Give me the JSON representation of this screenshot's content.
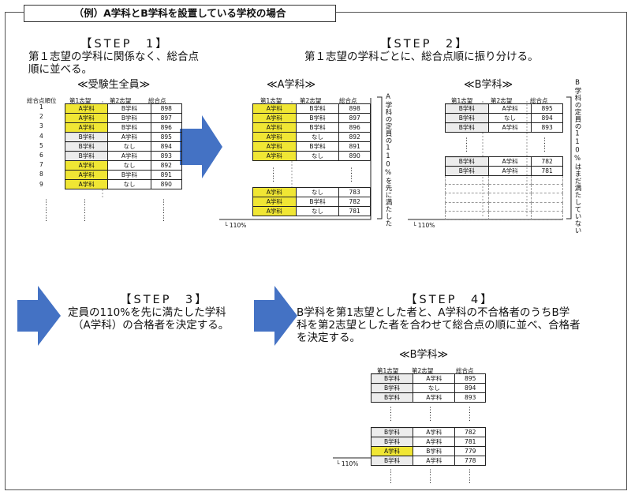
{
  "header": "（例）A学科とB学科を設置している学校の場合",
  "step1": {
    "title": "【STEP　1】",
    "desc1": "第１志望の学科に関係なく、総合点",
    "desc2": "順に並べる。",
    "group": "≪受験生全員≫",
    "cols": [
      "総合点順位",
      "第1志望",
      "第2志望",
      "総合点"
    ],
    "rows": [
      [
        "1",
        "A学科",
        "B学科",
        "898"
      ],
      [
        "2",
        "A学科",
        "B学科",
        "897"
      ],
      [
        "3",
        "A学科",
        "B学科",
        "896"
      ],
      [
        "4",
        "B学科",
        "A学科",
        "895"
      ],
      [
        "5",
        "B学科",
        "なし",
        "894"
      ],
      [
        "6",
        "B学科",
        "A学科",
        "893"
      ],
      [
        "7",
        "A学科",
        "なし",
        "892"
      ],
      [
        "8",
        "A学科",
        "B学科",
        "891"
      ],
      [
        "9",
        "A学科",
        "なし",
        "890"
      ]
    ]
  },
  "step2": {
    "title": "【STEP　2】",
    "desc": "第１志望の学科ごとに、総合点順に振り分ける。",
    "groupA": "≪A学科≫",
    "groupB": "≪B学科≫",
    "cols": [
      "第1志望",
      "第2志望",
      "総合点"
    ],
    "rowsA": [
      [
        "A学科",
        "B学科",
        "898"
      ],
      [
        "A学科",
        "B学科",
        "897"
      ],
      [
        "A学科",
        "B学科",
        "896"
      ],
      [
        "A学科",
        "なし",
        "892"
      ],
      [
        "A学科",
        "B学科",
        "891"
      ],
      [
        "A学科",
        "なし",
        "890"
      ]
    ],
    "rowsA2": [
      [
        "A学科",
        "なし",
        "783"
      ],
      [
        "A学科",
        "B学科",
        "782"
      ],
      [
        "A学科",
        "なし",
        "781"
      ]
    ],
    "rowsB": [
      [
        "B学科",
        "A学科",
        "895"
      ],
      [
        "B学科",
        "なし",
        "894"
      ],
      [
        "B学科",
        "A学科",
        "893"
      ]
    ],
    "rowsB2": [
      [
        "B学科",
        "A学科",
        "782"
      ],
      [
        "B学科",
        "A学科",
        "781"
      ]
    ],
    "noteA": "A学科の定員の110%を先に満たした",
    "noteB": "B学科の定員の110%はまだ満たしていない",
    "pct": "110%"
  },
  "step3": {
    "title": "【STEP　3】",
    "desc1": "定員の110%を先に満たした学科",
    "desc2": "（A学科）の合格者を決定する。"
  },
  "step4": {
    "title": "【STEP　4】",
    "desc1": "B学科を第1志望とした者と、A学科の不合格者のうちB学",
    "desc2": "科を第2志望とした者を合わせて総合点の順に並べ、合格者",
    "desc3": "を決定する。",
    "group": "≪B学科≫",
    "cols": [
      "第1志望",
      "第2志望",
      "総合点"
    ],
    "rows": [
      [
        "B学科",
        "A学科",
        "895"
      ],
      [
        "B学科",
        "なし",
        "894"
      ],
      [
        "B学科",
        "A学科",
        "893"
      ]
    ],
    "rows2": [
      [
        "B学科",
        "A学科",
        "782"
      ],
      [
        "B学科",
        "A学科",
        "781"
      ],
      [
        "A学科",
        "B学科",
        "779"
      ],
      [
        "B学科",
        "A学科",
        "778"
      ]
    ],
    "pct": "110%"
  }
}
